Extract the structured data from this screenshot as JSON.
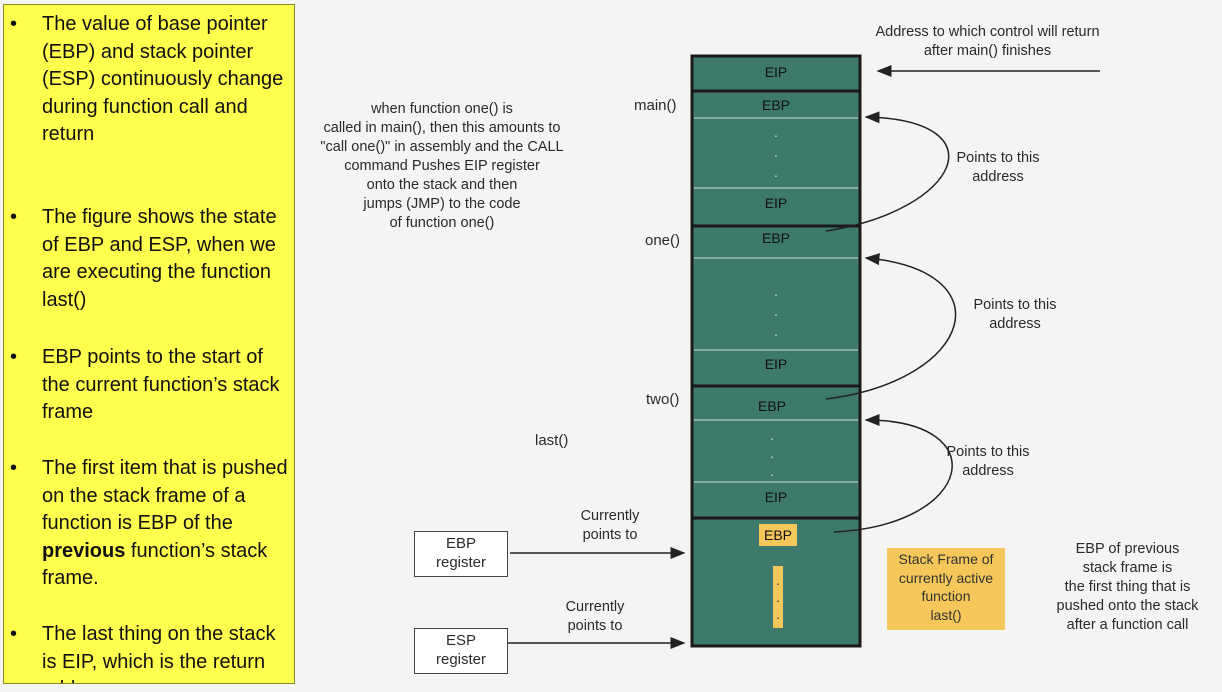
{
  "bullets": [
    {
      "text": "The value of base pointer (EBP) and stack pointer (ESP) continuously change during function call and return"
    },
    {
      "text": "The figure shows the state of EBP and ESP, when we are executing the function last()"
    },
    {
      "text": "EBP points to the start of the current function’s stack frame"
    },
    {
      "text_before": "The first item that is pushed on the stack frame of a function is EBP of the ",
      "bold": "previous",
      "text_after": " function’s stack frame."
    },
    {
      "text": "The last thing on the stack is EIP, which is the return address"
    }
  ],
  "bullet_symbol": "•",
  "notes": {
    "return_address": [
      "Address to which control will return",
      "after main() finishes"
    ],
    "call_explanation": [
      "when function one() is",
      "called in main(), then this amounts to",
      "\"call one()\" in assembly and the CALL",
      "command Pushes EIP register",
      "onto the stack and then",
      "jumps (JMP) to the code",
      "of function one()"
    ],
    "points_to_1": [
      "Points to this",
      "address"
    ],
    "points_to_2": [
      "Points to this",
      "address"
    ],
    "points_to_3": [
      "Points to this",
      "address"
    ],
    "ebp_previous": [
      "EBP of previous",
      "stack frame is",
      "the first thing that is",
      "pushed onto the stack",
      "after a function call"
    ],
    "stack_frame_label": [
      "Stack Frame of",
      "currently active",
      "function",
      "last()"
    ],
    "currently_points_ebp": [
      "Currently",
      "points to"
    ],
    "currently_points_esp": [
      "Currently",
      "points to"
    ]
  },
  "function_labels": {
    "main": "main()",
    "one": "one()",
    "two": "two()",
    "last": "last()"
  },
  "registers": {
    "ebp": [
      "EBP",
      "register"
    ],
    "esp": [
      "ESP",
      "register"
    ]
  },
  "stack_cells": {
    "eip_top": "EIP",
    "ebp_main": "EBP",
    "eip_1": "EIP",
    "ebp_one": "EBP",
    "eip_2": "EIP",
    "ebp_two": "EBP",
    "eip_3": "EIP",
    "ebp_last": "EBP"
  },
  "ellipsis_dot": ".",
  "colors": {
    "stack": "#3d7a6c",
    "highlight": "#f5c75a",
    "bullet_bg": "#ffff4d"
  }
}
